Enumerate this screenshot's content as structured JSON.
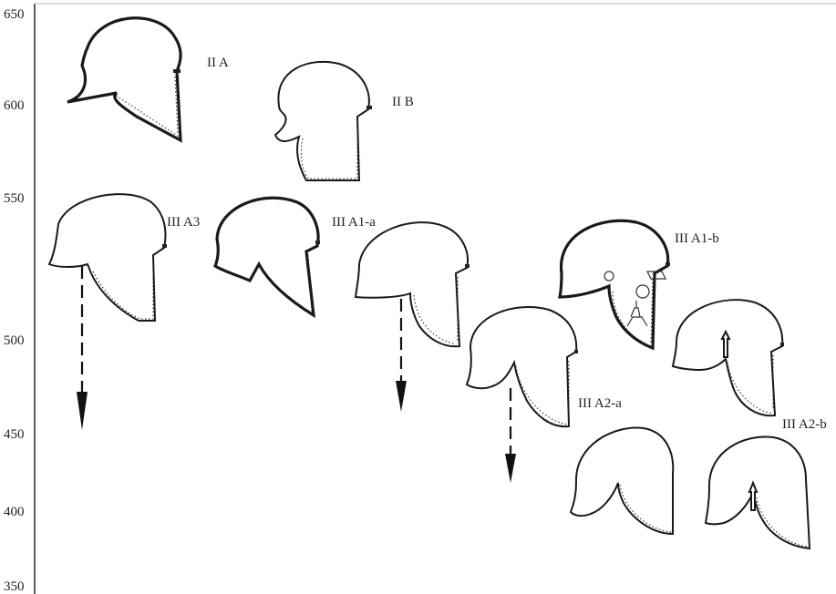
{
  "axis": {
    "ticks": [
      "650",
      "600",
      "550",
      "500",
      "450",
      "400",
      "350"
    ]
  },
  "helmets": [
    {
      "id": "IIA",
      "label": "II A"
    },
    {
      "id": "IIB",
      "label": "II B"
    },
    {
      "id": "IIIA3",
      "label": "III A3"
    },
    {
      "id": "IIIA1a",
      "label": "III A1-a"
    },
    {
      "id": "IIIA1b",
      "label": "III A1-b"
    },
    {
      "id": "IIIA2a",
      "label": "III A2-a"
    },
    {
      "id": "IIIA2b",
      "label": "III A2-b"
    }
  ]
}
